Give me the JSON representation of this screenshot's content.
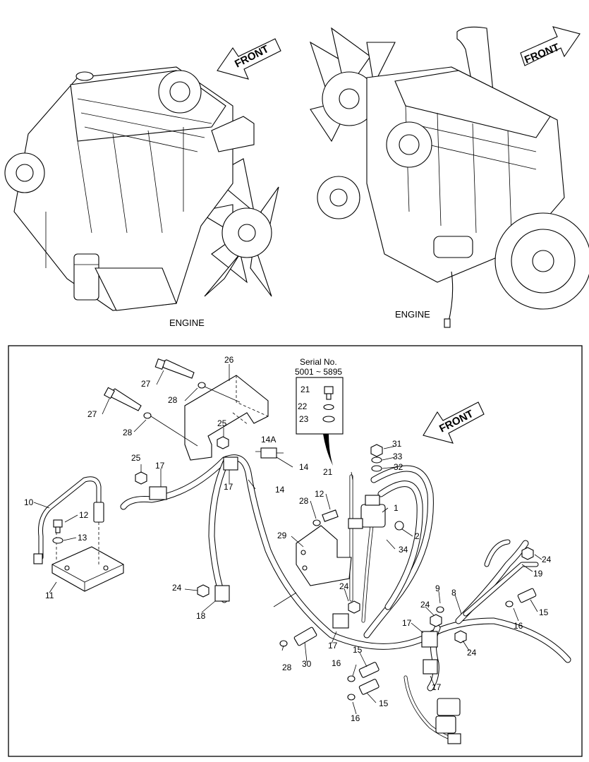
{
  "views": {
    "left_engine_label": "ENGINE",
    "right_engine_label": "ENGINE",
    "front_arrow_left": "FRONT",
    "front_arrow_right": "FRONT"
  },
  "detail": {
    "front_arrow": "FRONT",
    "serial_title": "Serial No.",
    "serial_range": "5001 ~ 5895",
    "callouts": [
      {
        "id": "c1",
        "text": "1"
      },
      {
        "id": "c2",
        "text": "2"
      },
      {
        "id": "c8",
        "text": "8"
      },
      {
        "id": "c9",
        "text": "9"
      },
      {
        "id": "c10",
        "text": "10"
      },
      {
        "id": "c11",
        "text": "11"
      },
      {
        "id": "c12a",
        "text": "12"
      },
      {
        "id": "c12b",
        "text": "12"
      },
      {
        "id": "c13",
        "text": "13"
      },
      {
        "id": "c14a",
        "text": "14"
      },
      {
        "id": "c14b",
        "text": "14"
      },
      {
        "id": "c14A",
        "text": "14A"
      },
      {
        "id": "c15a",
        "text": "15"
      },
      {
        "id": "c15b",
        "text": "15"
      },
      {
        "id": "c15c",
        "text": "15"
      },
      {
        "id": "c16a",
        "text": "16"
      },
      {
        "id": "c16b",
        "text": "16"
      },
      {
        "id": "c16c",
        "text": "16"
      },
      {
        "id": "c17a",
        "text": "17"
      },
      {
        "id": "c17b",
        "text": "17"
      },
      {
        "id": "c17c",
        "text": "17"
      },
      {
        "id": "c17d",
        "text": "17"
      },
      {
        "id": "c17e",
        "text": "17"
      },
      {
        "id": "c18",
        "text": "18"
      },
      {
        "id": "c19",
        "text": "19"
      },
      {
        "id": "c21a",
        "text": "21"
      },
      {
        "id": "c21b",
        "text": "21"
      },
      {
        "id": "c22",
        "text": "22"
      },
      {
        "id": "c23",
        "text": "23"
      },
      {
        "id": "c24a",
        "text": "24"
      },
      {
        "id": "c24b",
        "text": "24"
      },
      {
        "id": "c24c",
        "text": "24"
      },
      {
        "id": "c24d",
        "text": "24"
      },
      {
        "id": "c24e",
        "text": "24"
      },
      {
        "id": "c25a",
        "text": "25"
      },
      {
        "id": "c25b",
        "text": "25"
      },
      {
        "id": "c26",
        "text": "26"
      },
      {
        "id": "c27a",
        "text": "27"
      },
      {
        "id": "c27b",
        "text": "27"
      },
      {
        "id": "c28a",
        "text": "28"
      },
      {
        "id": "c28b",
        "text": "28"
      },
      {
        "id": "c28c",
        "text": "28"
      },
      {
        "id": "c28d",
        "text": "28"
      },
      {
        "id": "c29",
        "text": "29"
      },
      {
        "id": "c30",
        "text": "30"
      },
      {
        "id": "c31",
        "text": "31"
      },
      {
        "id": "c32",
        "text": "32"
      },
      {
        "id": "c33",
        "text": "33"
      },
      {
        "id": "c34",
        "text": "34"
      }
    ]
  }
}
